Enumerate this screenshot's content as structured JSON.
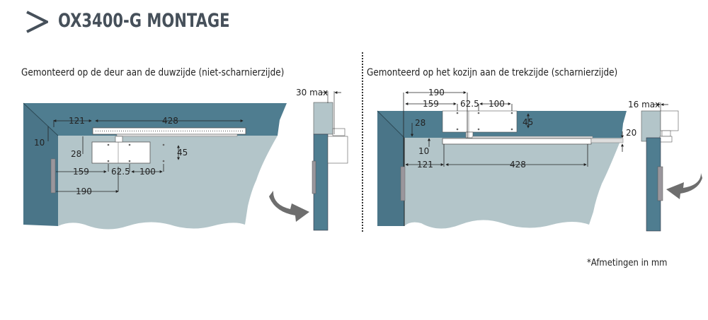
{
  "header": {
    "title": "OX3400-G MONTAGE",
    "chevron_icon": "chevron-right-icon"
  },
  "colors": {
    "frame": "#4f7d90",
    "frame_dark": "#456f80",
    "door": "#b3c5c9",
    "closer_body": "#ffffff",
    "arrow": "#6e6e6e",
    "title": "#46505a",
    "hinge": "#9a969c"
  },
  "left_panel": {
    "caption": "Gemonteerd op de deur aan de duwzijde (niet-scharnierzijde)",
    "dimensions": {
      "arm_offset": "121",
      "arm_length": "428",
      "top_gap": "10",
      "body_offset": "28",
      "body_height": "45",
      "hole_offset_a": "159",
      "hole_pitch_a": "62.5",
      "hole_pitch_b": "100",
      "axis_offset": "190"
    },
    "side_view": {
      "max_label": "30 max"
    }
  },
  "right_panel": {
    "caption": "Gemonteerd op het kozijn aan de trekzijde (scharnierzijde)",
    "dimensions": {
      "axis_offset": "190",
      "hole_offset_a": "159",
      "hole_pitch_a": "62.5",
      "hole_pitch_b": "100",
      "body_offset": "28",
      "body_height": "45",
      "top_gap": "10",
      "arm_offset": "121",
      "arm_length": "428",
      "arm_drop": "20"
    },
    "side_view": {
      "max_label": "16 max"
    }
  },
  "footnote": "*Afmetingen in mm"
}
